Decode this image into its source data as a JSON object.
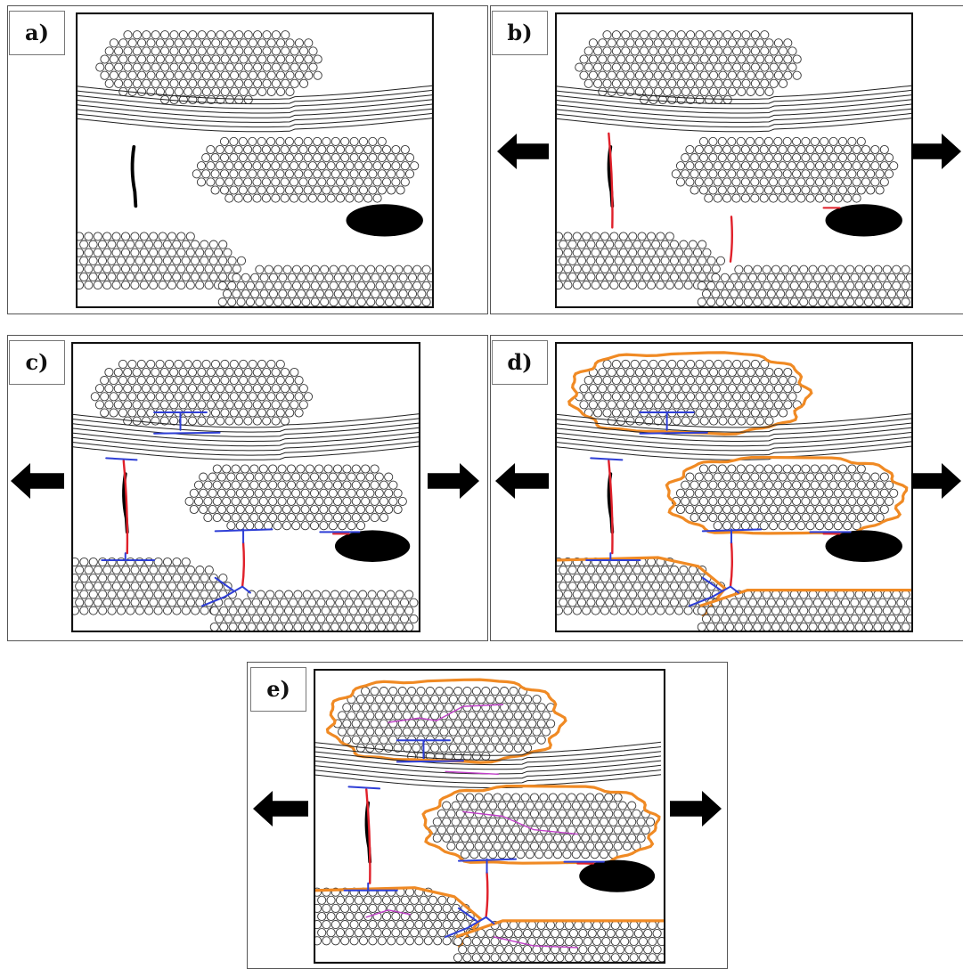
{
  "panels": [
    {
      "id": "a",
      "label": "a)",
      "stage": 0,
      "arrows": false
    },
    {
      "id": "b",
      "label": "b)",
      "stage": 1,
      "arrows": true
    },
    {
      "id": "c",
      "label": "c)",
      "stage": 2,
      "arrows": true
    },
    {
      "id": "d",
      "label": "d)",
      "stage": 3,
      "arrows": true
    },
    {
      "id": "e",
      "label": "e)",
      "stage": 4,
      "arrows": true
    }
  ],
  "colors": {
    "frame": "#111111",
    "circle_stroke": "#333333",
    "line_stroke": "#222222",
    "inclusion": "#000000",
    "arrow": "#000000",
    "red_crack": "#e0202a",
    "blue_crack": "#2f3fd6",
    "orange_interface": "#f08a24",
    "magenta_crack": "#c040c8"
  }
}
